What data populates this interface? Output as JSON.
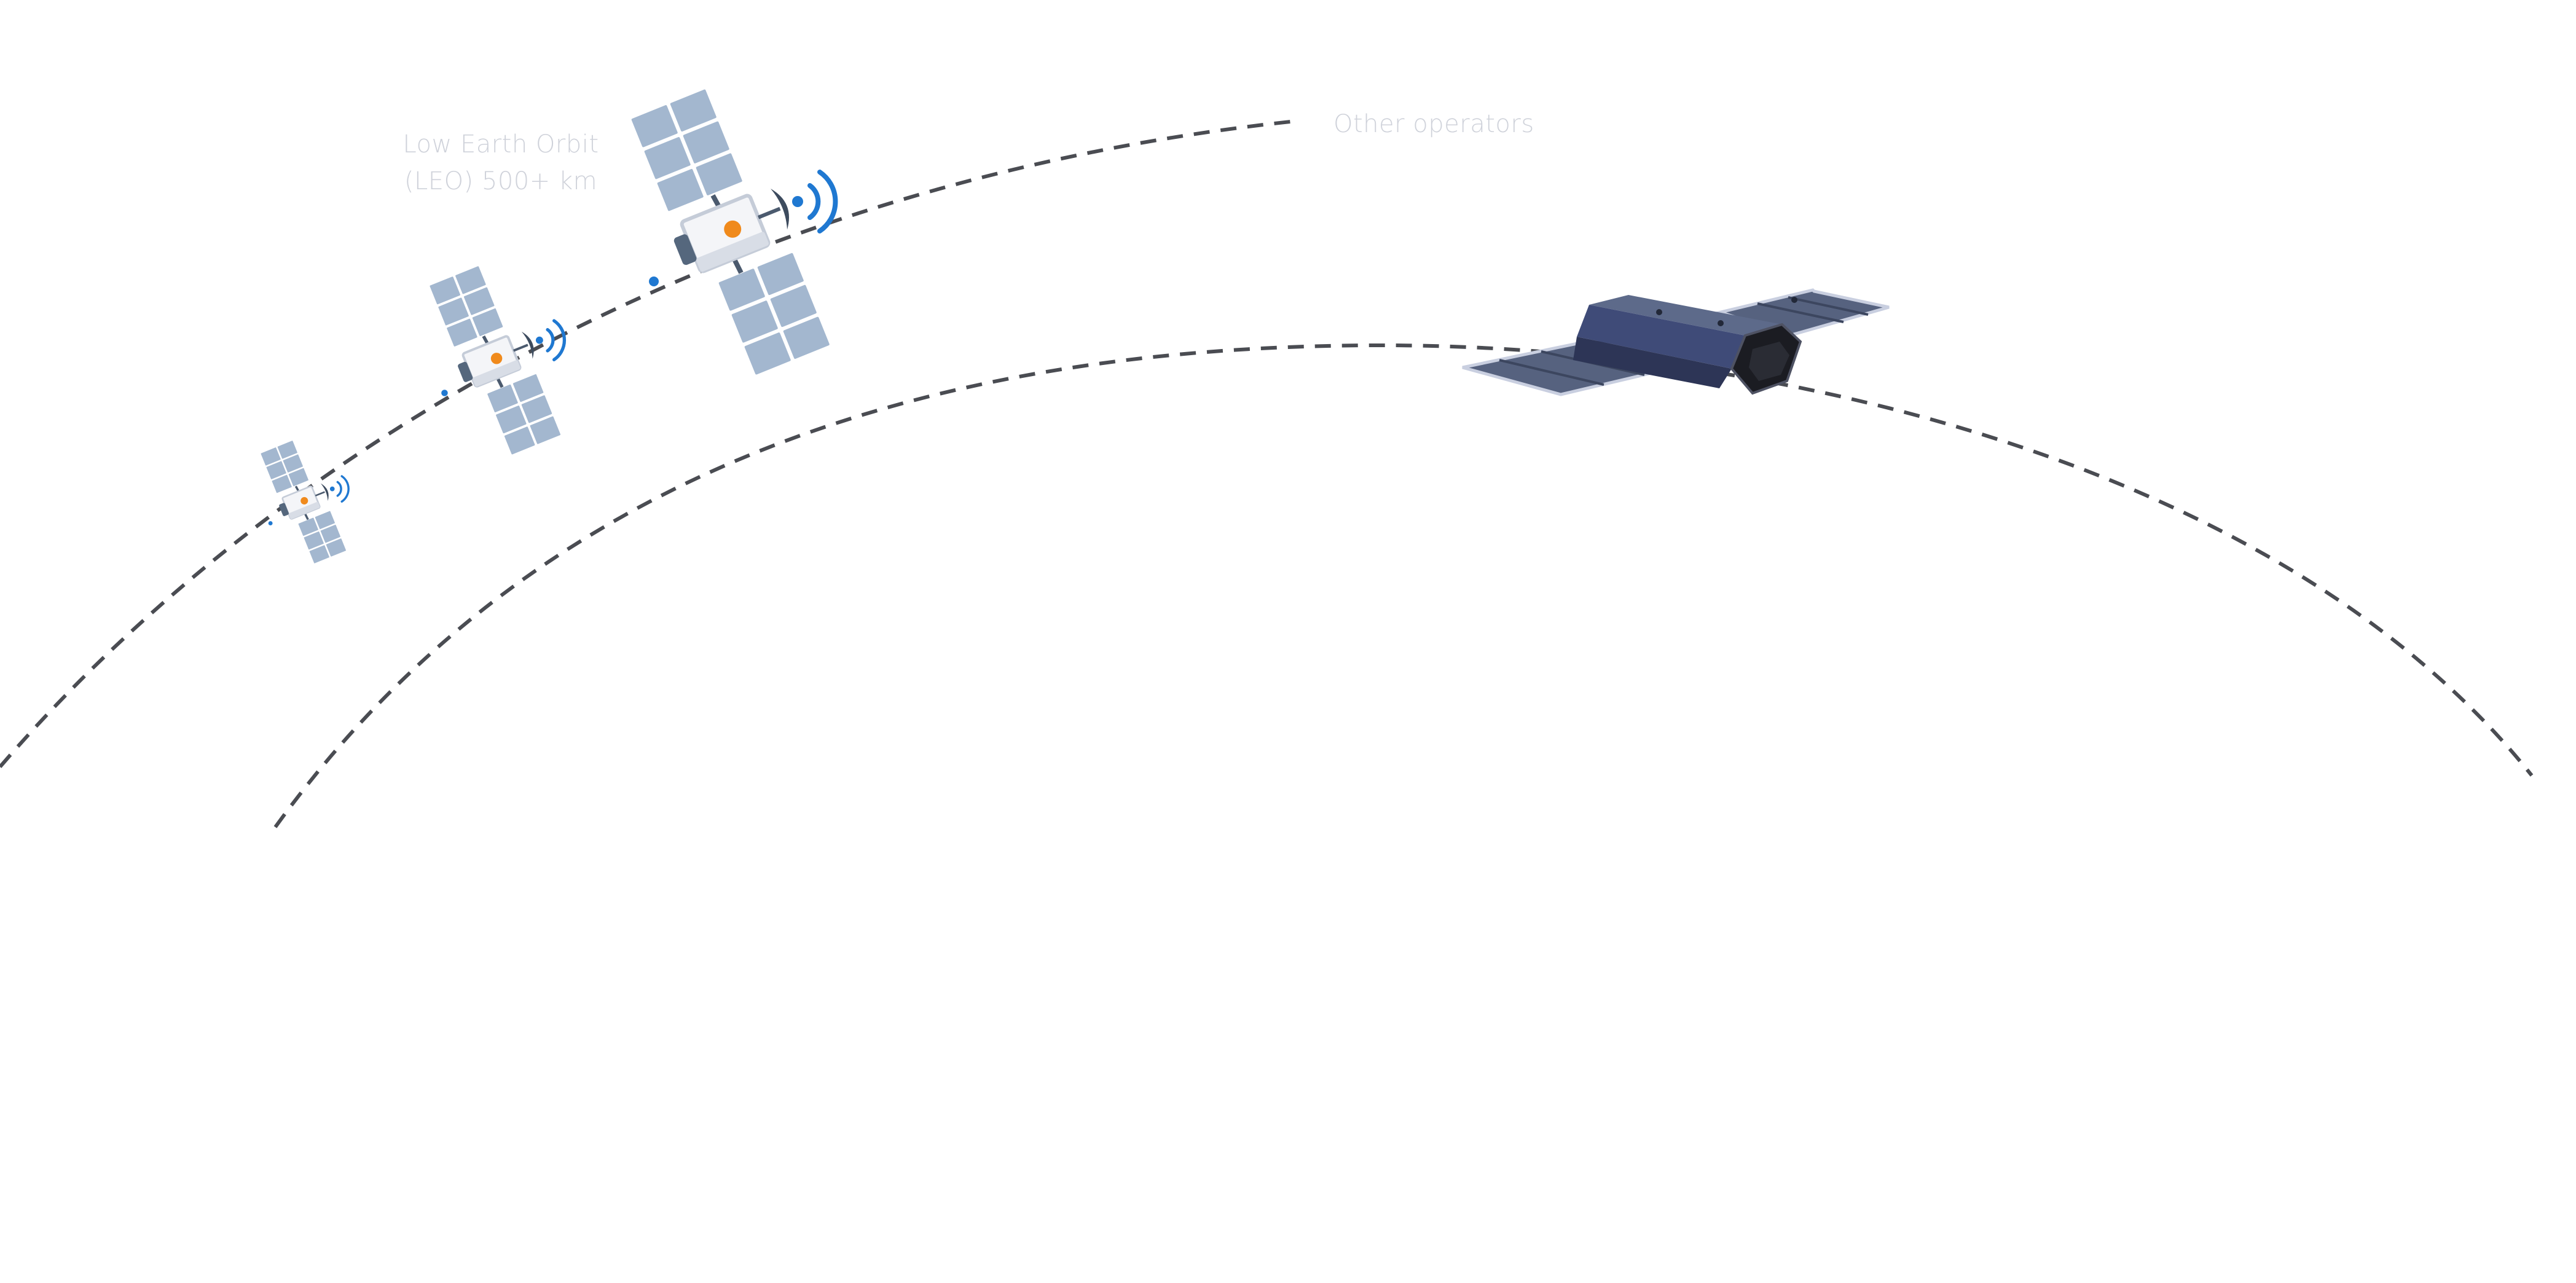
{
  "labels": {
    "leo_line1": "Low Earth Orbit",
    "leo_line2": "(LEO) 500+ km",
    "other_operators": "Other operators"
  },
  "colors": {
    "orbit_line": "#4a4c52",
    "label_text": "#cfd2da",
    "panel_light": "#9eb3cc",
    "signal_blue": "#1f78d1",
    "bus_accent": "#f08a1c",
    "dark_satellite_panel": "#4d5875"
  },
  "icons": [
    "small-satellite-icon",
    "dark-hex-satellite-icon"
  ]
}
